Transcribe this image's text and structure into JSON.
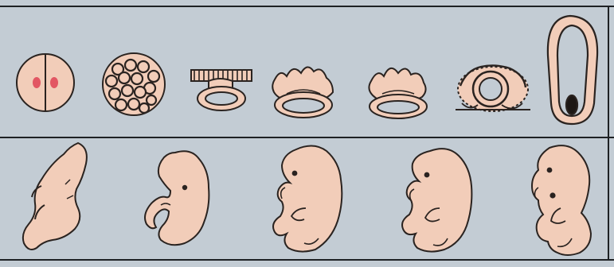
{
  "figure": {
    "background": "#c3ccd4",
    "frame_color": "#1e2124",
    "tissue_fill": "#f2cdb9",
    "tissue_stroke": "#2a2320",
    "accent_red": "#e25763",
    "top_row": [
      {
        "stage": "two-cell-embryo"
      },
      {
        "stage": "morula"
      },
      {
        "stage": "blastocyst-implanting"
      },
      {
        "stage": "embryonic-disc-early"
      },
      {
        "stage": "embryonic-disc-late"
      },
      {
        "stage": "amniotic-sac"
      },
      {
        "stage": "elongated-embryo"
      }
    ],
    "bottom_row": [
      {
        "stage": "embryo-week-4"
      },
      {
        "stage": "embryo-week-5"
      },
      {
        "stage": "embryo-week-6"
      },
      {
        "stage": "embryo-week-7"
      },
      {
        "stage": "embryo-week-8"
      }
    ]
  }
}
